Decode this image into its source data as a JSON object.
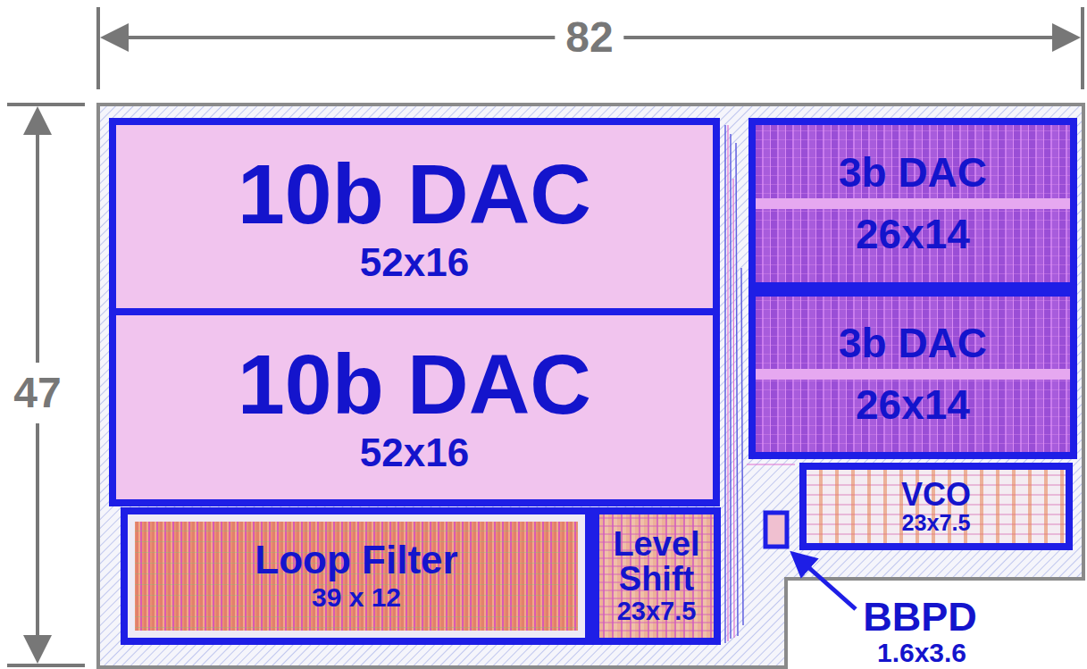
{
  "diagram": {
    "nodes": [
      {
        "text": [
          "10b DAC",
          "52x16"
        ]
      },
      {
        "text": [
          "3b DAC",
          "26x14"
        ]
      },
      {
        "text": [
          "10b DAC",
          "52x16"
        ]
      },
      {
        "text": [
          "3b DAC",
          "26x14"
        ]
      },
      {
        "text": [
          "VCO",
          "23x7.5"
        ]
      },
      {
        "text": [
          "Loop Filter",
          "39 x 12"
        ]
      },
      {
        "text": [
          "Level Shift",
          "23x7.5"
        ]
      }
    ],
    "labels": [
      "82",
      "47",
      "BBPD",
      "1.6x3.6"
    ]
  }
}
